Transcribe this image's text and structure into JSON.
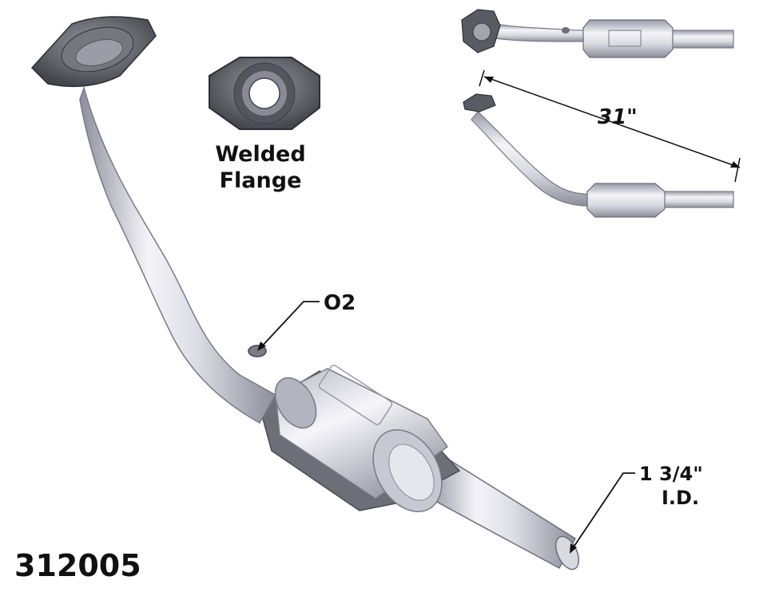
{
  "part_number": "312005",
  "flange_label_line1": "Welded",
  "flange_label_line2": "Flange",
  "o2_label": "O2",
  "pipe_size_line1": "1 3/4\"",
  "pipe_size_line2": "I.D.",
  "overall_length": "31\"",
  "colors": {
    "pipe_light": "#f1f1f6",
    "pipe_mid": "#c9c9d4",
    "pipe_dark": "#8e8e9c",
    "flange": "#5b5b62",
    "flange_dark": "#3a3a40",
    "line": "#222222"
  }
}
